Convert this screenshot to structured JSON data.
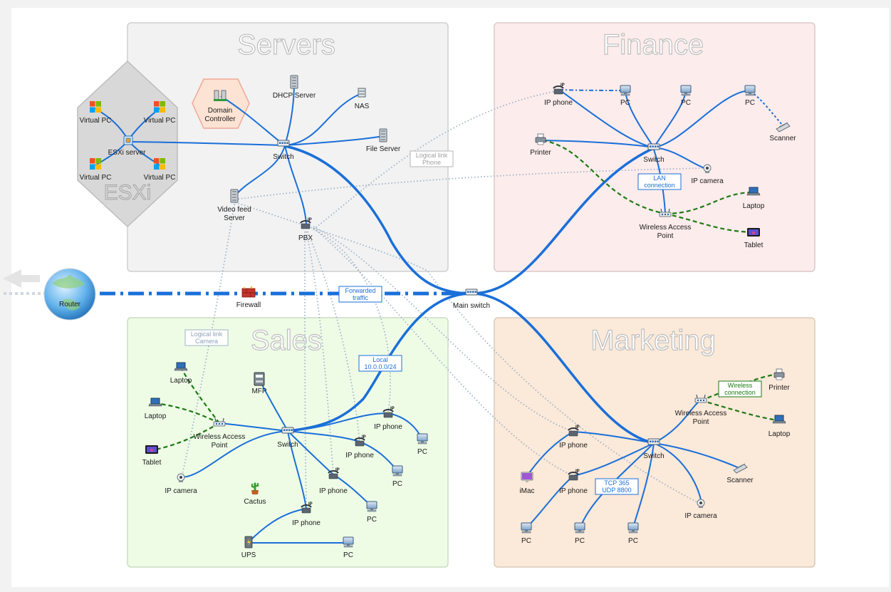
{
  "groups": {
    "servers": "Servers",
    "finance": "Finance",
    "sales": "Sales",
    "marketing": "Marketing",
    "esxi": "ESXi"
  },
  "colors": {
    "link": "#1a6fd9",
    "wireless": "#1e7a14",
    "logical": "#9fb3c8",
    "servers_bg": "#f2f2f2",
    "finance_bg": "#fdecec",
    "sales_bg": "#eefce6",
    "marketing_bg": "#fbe9d9",
    "esxi_bg": "#d8d8d8"
  },
  "nodes": {
    "router": "Router",
    "firewall": "Firewall",
    "main_switch": "Main switch",
    "esxi": {
      "vpc1": "Virtual PC",
      "vpc2": "Virtual PC",
      "vpc3": "Virtual PC",
      "vpc4": "Virtual PC",
      "server": "ESXi server"
    },
    "servers": {
      "domain_controller": "Domain Controller",
      "dhcp": "DHCP Server",
      "nas": "NAS",
      "file_server": "File Server",
      "switch": "Switch",
      "video_feed": "Video feed Server",
      "pbx": "PBX"
    },
    "finance": {
      "ip_phone": "IP phone",
      "pc1": "PC",
      "pc2": "PC",
      "pc3": "PC",
      "scanner": "Scanner",
      "printer": "Printer",
      "switch": "Switch",
      "ip_camera": "IP camera",
      "laptop": "Laptop",
      "wap": "Wireless Access Point",
      "tablet": "Tablet"
    },
    "sales": {
      "laptop1": "Laptop",
      "laptop2": "Laptop",
      "tablet": "Tablet",
      "mfp": "MFP",
      "wap": "Wireless Access Point",
      "switch": "Switch",
      "ip_phone1": "IP phone",
      "pc1": "PC",
      "ip_phone2": "IP phone",
      "pc2": "PC",
      "ip_camera": "IP camera",
      "ip_phone3": "IP phone",
      "pc3": "PC",
      "cactus": "Cactus",
      "ip_phone4": "IP phone",
      "ups": "UPS",
      "pc4": "PC"
    },
    "marketing": {
      "wap": "Wireless Access Point",
      "printer": "Printer",
      "laptop": "Laptop",
      "ip_phone1": "IP phone",
      "switch": "Switch",
      "scanner": "Scanner",
      "imac": "iMac",
      "ip_phone2": "IP phone",
      "ip_camera": "IP camera",
      "pc1": "PC",
      "pc2": "PC",
      "pc3": "PC"
    }
  },
  "link_labels": {
    "forwarded": [
      "Forwarded",
      "traffic"
    ],
    "logical_phone": [
      "Logical link",
      "Phone"
    ],
    "lan": [
      "LAN",
      "connection"
    ],
    "logical_camera": [
      "Logical link",
      "Camera"
    ],
    "local": [
      "Local",
      "10.0.0.0/24"
    ],
    "wireless": [
      "Wireless",
      "connection"
    ],
    "tcp": [
      "TCP 365",
      "UDP 8800"
    ]
  }
}
